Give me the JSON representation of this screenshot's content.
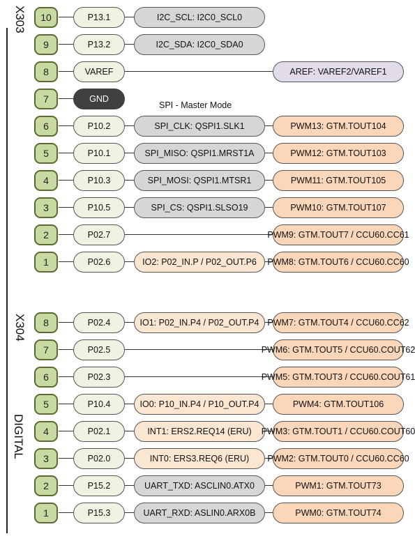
{
  "headers": {
    "x303": "X303",
    "x304": "X304",
    "digital": "DIGITAL"
  },
  "spi_note": "SPI - Master Mode",
  "x303_rows": [
    {
      "num": "10",
      "pin": "P13.1",
      "mid": "I2C_SCL: I2C0_SCL0",
      "mid_color": "gray",
      "right": ""
    },
    {
      "num": "9",
      "pin": "P13.2",
      "mid": "I2C_SDA: I2C0_SDA0",
      "mid_color": "gray",
      "right": ""
    },
    {
      "num": "8",
      "pin": "VAREF",
      "mid": "",
      "right": "AREF: VAREF2/VAREF1",
      "right_color": "lav"
    },
    {
      "num": "7",
      "pin": "GND",
      "mid": "",
      "right": "",
      "gnd": true
    },
    {
      "num": "6",
      "pin": "P10.2",
      "mid": "SPI_CLK: QSPI1.SLK1",
      "mid_color": "gray",
      "right": "PWM13: GTM.TOUT104",
      "right_color": "peach"
    },
    {
      "num": "5",
      "pin": "P10.1",
      "mid": "SPI_MISO: QSPI1.MRST1A",
      "mid_color": "gray",
      "right": "PWM12: GTM.TOUT103",
      "right_color": "peach"
    },
    {
      "num": "4",
      "pin": "P10.3",
      "mid": "SPI_MOSI: QSPI1.MTSR1",
      "mid_color": "gray",
      "right": "PWM11: GTM.TOUT105",
      "right_color": "peach"
    },
    {
      "num": "3",
      "pin": "P10.5",
      "mid": "SPI_CS: QSPI1.SLSO19",
      "mid_color": "gray",
      "right": "PWM10: GTM.TOUT107",
      "right_color": "peach"
    },
    {
      "num": "2",
      "pin": "P02.7",
      "mid": "",
      "right": "PWM9: GTM.TOUT7 / CCU60.CC61",
      "right_color": "peach"
    },
    {
      "num": "1",
      "pin": "P02.6",
      "mid": "IO2: P02_IN.P / P02_OUT.P6",
      "mid_color": "cream",
      "right": "PWM8: GTM.TOUT6 / CCU60.CC60",
      "right_color": "peach"
    }
  ],
  "x304_rows": [
    {
      "num": "8",
      "pin": "P02.4",
      "mid": "IO1: P02_IN.P4 / P02_OUT.P4",
      "mid_color": "cream",
      "right": "PWM7: GTM.TOUT4 / CCU60.CC62",
      "right_color": "peach"
    },
    {
      "num": "7",
      "pin": "P02.5",
      "mid": "",
      "right": "PWM6: GTM.TOUT5 / CCU60.COUT62",
      "right_color": "peach"
    },
    {
      "num": "6",
      "pin": "P02.3",
      "mid": "",
      "right": "PWM5: GTM.TOUT3 / CCU60.COUT61",
      "right_color": "peach"
    },
    {
      "num": "5",
      "pin": "P10.4",
      "mid": "IO0: P10_IN.P4 / P10_OUT.P4",
      "mid_color": "cream",
      "right": "PWM4: GTM.TOUT106",
      "right_color": "peach"
    },
    {
      "num": "4",
      "pin": "P02.1",
      "mid": "INT1: ERS2.REQ14 (ERU)",
      "mid_color": "cream",
      "right": "PWM3: GTM.TOUT1 / CCU60.COUT60",
      "right_color": "peach"
    },
    {
      "num": "3",
      "pin": "P02.0",
      "mid": "INT0: ERS3.REQ6 (ERU)",
      "mid_color": "cream",
      "right": "PWM2: GTM.TOUT0 / CCU60.CC60",
      "right_color": "peach"
    },
    {
      "num": "2",
      "pin": "P15.2",
      "mid": "UART_TXD: ASCLIN0.ATX0",
      "mid_color": "gray",
      "right": "PWM1: GTM.TOUT73",
      "right_color": "peach"
    },
    {
      "num": "1",
      "pin": "P15.3",
      "mid": "UART_RXD: ASLIN0.ARX0B",
      "mid_color": "gray",
      "right": "PWM0: GTM.TOUT74",
      "right_color": "peach"
    }
  ]
}
